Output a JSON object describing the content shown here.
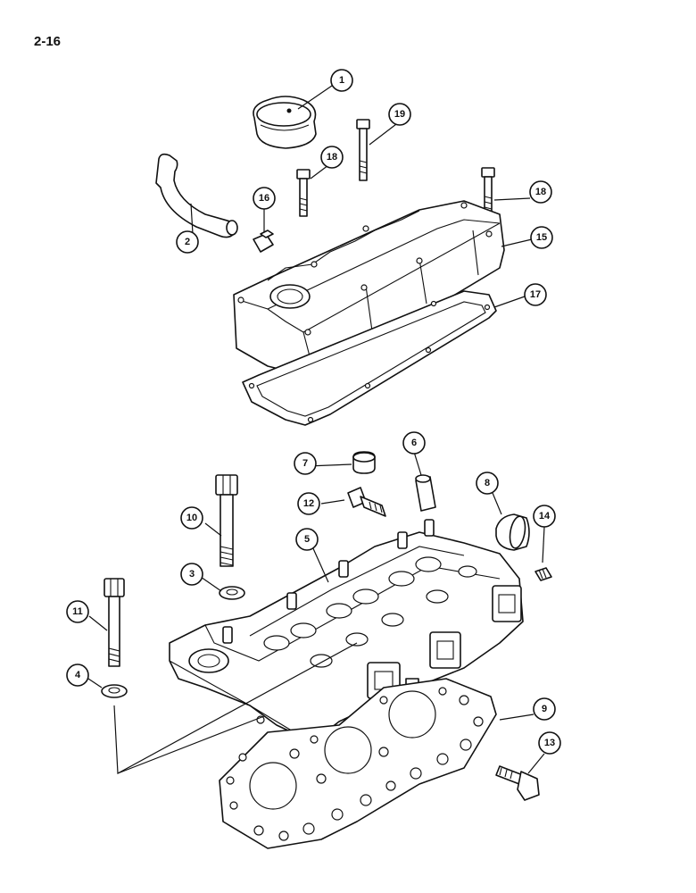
{
  "page": {
    "number": "2-16"
  },
  "diagram": {
    "colors": {
      "ink": "#111111",
      "paper": "#ffffff"
    },
    "callouts": [
      {
        "id": "c1",
        "label": "1"
      },
      {
        "id": "c2",
        "label": "2"
      },
      {
        "id": "c3",
        "label": "3"
      },
      {
        "id": "c4",
        "label": "4"
      },
      {
        "id": "c5",
        "label": "5"
      },
      {
        "id": "c6",
        "label": "6"
      },
      {
        "id": "c7",
        "label": "7"
      },
      {
        "id": "c8",
        "label": "8"
      },
      {
        "id": "c9",
        "label": "9"
      },
      {
        "id": "c10",
        "label": "10"
      },
      {
        "id": "c11",
        "label": "11"
      },
      {
        "id": "c12",
        "label": "12"
      },
      {
        "id": "c13",
        "label": "13"
      },
      {
        "id": "c14",
        "label": "14"
      },
      {
        "id": "c15",
        "label": "15"
      },
      {
        "id": "c16",
        "label": "16"
      },
      {
        "id": "c17",
        "label": "17"
      },
      {
        "id": "c18a",
        "label": "18"
      },
      {
        "id": "c18b",
        "label": "18"
      },
      {
        "id": "c19",
        "label": "19"
      }
    ]
  }
}
